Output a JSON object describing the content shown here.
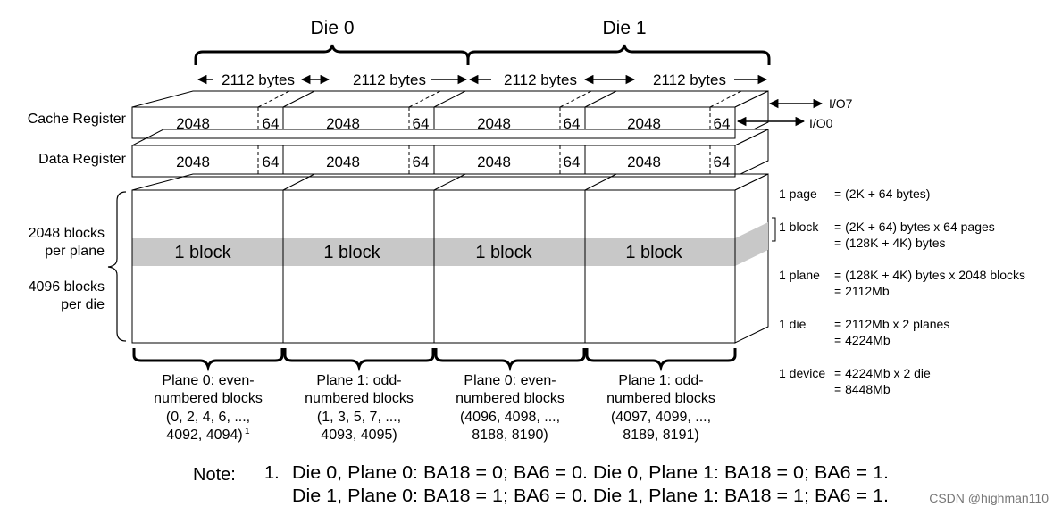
{
  "dies": [
    "Die 0",
    "Die 1"
  ],
  "byte_label": "2112 bytes",
  "registers": {
    "cache": "Cache Register",
    "data": "Data Register",
    "main_cell": "2048",
    "spare_cell": "64"
  },
  "io": {
    "top": "I/O7",
    "bottom": "I/O0"
  },
  "array": {
    "block_label": "1 block",
    "left_top": [
      "2048 blocks",
      "per plane"
    ],
    "left_bottom": [
      "4096 blocks",
      "per die"
    ]
  },
  "planes": [
    [
      "Plane 0: even-",
      "numbered blocks",
      "(0, 2, 4, 6, ...,",
      "4092, 4094)"
    ],
    [
      "Plane 1: odd-",
      "numbered blocks",
      "(1, 3, 5, 7, ...,",
      "4093, 4095)"
    ],
    [
      "Plane 0: even-",
      "numbered blocks",
      "(4096, 4098, ...,",
      "8188, 8190)"
    ],
    [
      "Plane 1: odd-",
      "numbered blocks",
      "(4097, 4099, ...,",
      "8189, 8191)"
    ]
  ],
  "plane0_footnote": "1",
  "equations": [
    {
      "term": "1 page",
      "lines": [
        "= (2K + 64 bytes)"
      ]
    },
    {
      "term": "1 block",
      "lines": [
        "= (2K + 64) bytes x 64 pages",
        "= (128K + 4K) bytes"
      ]
    },
    {
      "term": "1 plane",
      "lines": [
        "= (128K + 4K) bytes x 2048 blocks",
        "= 2112Mb"
      ]
    },
    {
      "term": "1 die",
      "lines": [
        "= 2112Mb x 2 planes",
        "= 4224Mb"
      ]
    },
    {
      "term": "1 device",
      "lines": [
        "= 4224Mb x 2 die",
        "= 8448Mb"
      ]
    }
  ],
  "note": {
    "label": "Note:",
    "number": "1.",
    "lines": [
      "Die 0, Plane 0: BA18 = 0; BA6 = 0. Die 0, Plane 1: BA18 = 0; BA6 = 1.",
      "Die 1, Plane 0: BA18 = 1; BA6 = 0. Die 1, Plane 1: BA18 = 1; BA6 = 1."
    ]
  },
  "watermark": "CSDN @highman110",
  "colors": {
    "block_band": "#c8c8c8",
    "line": "#000000"
  }
}
